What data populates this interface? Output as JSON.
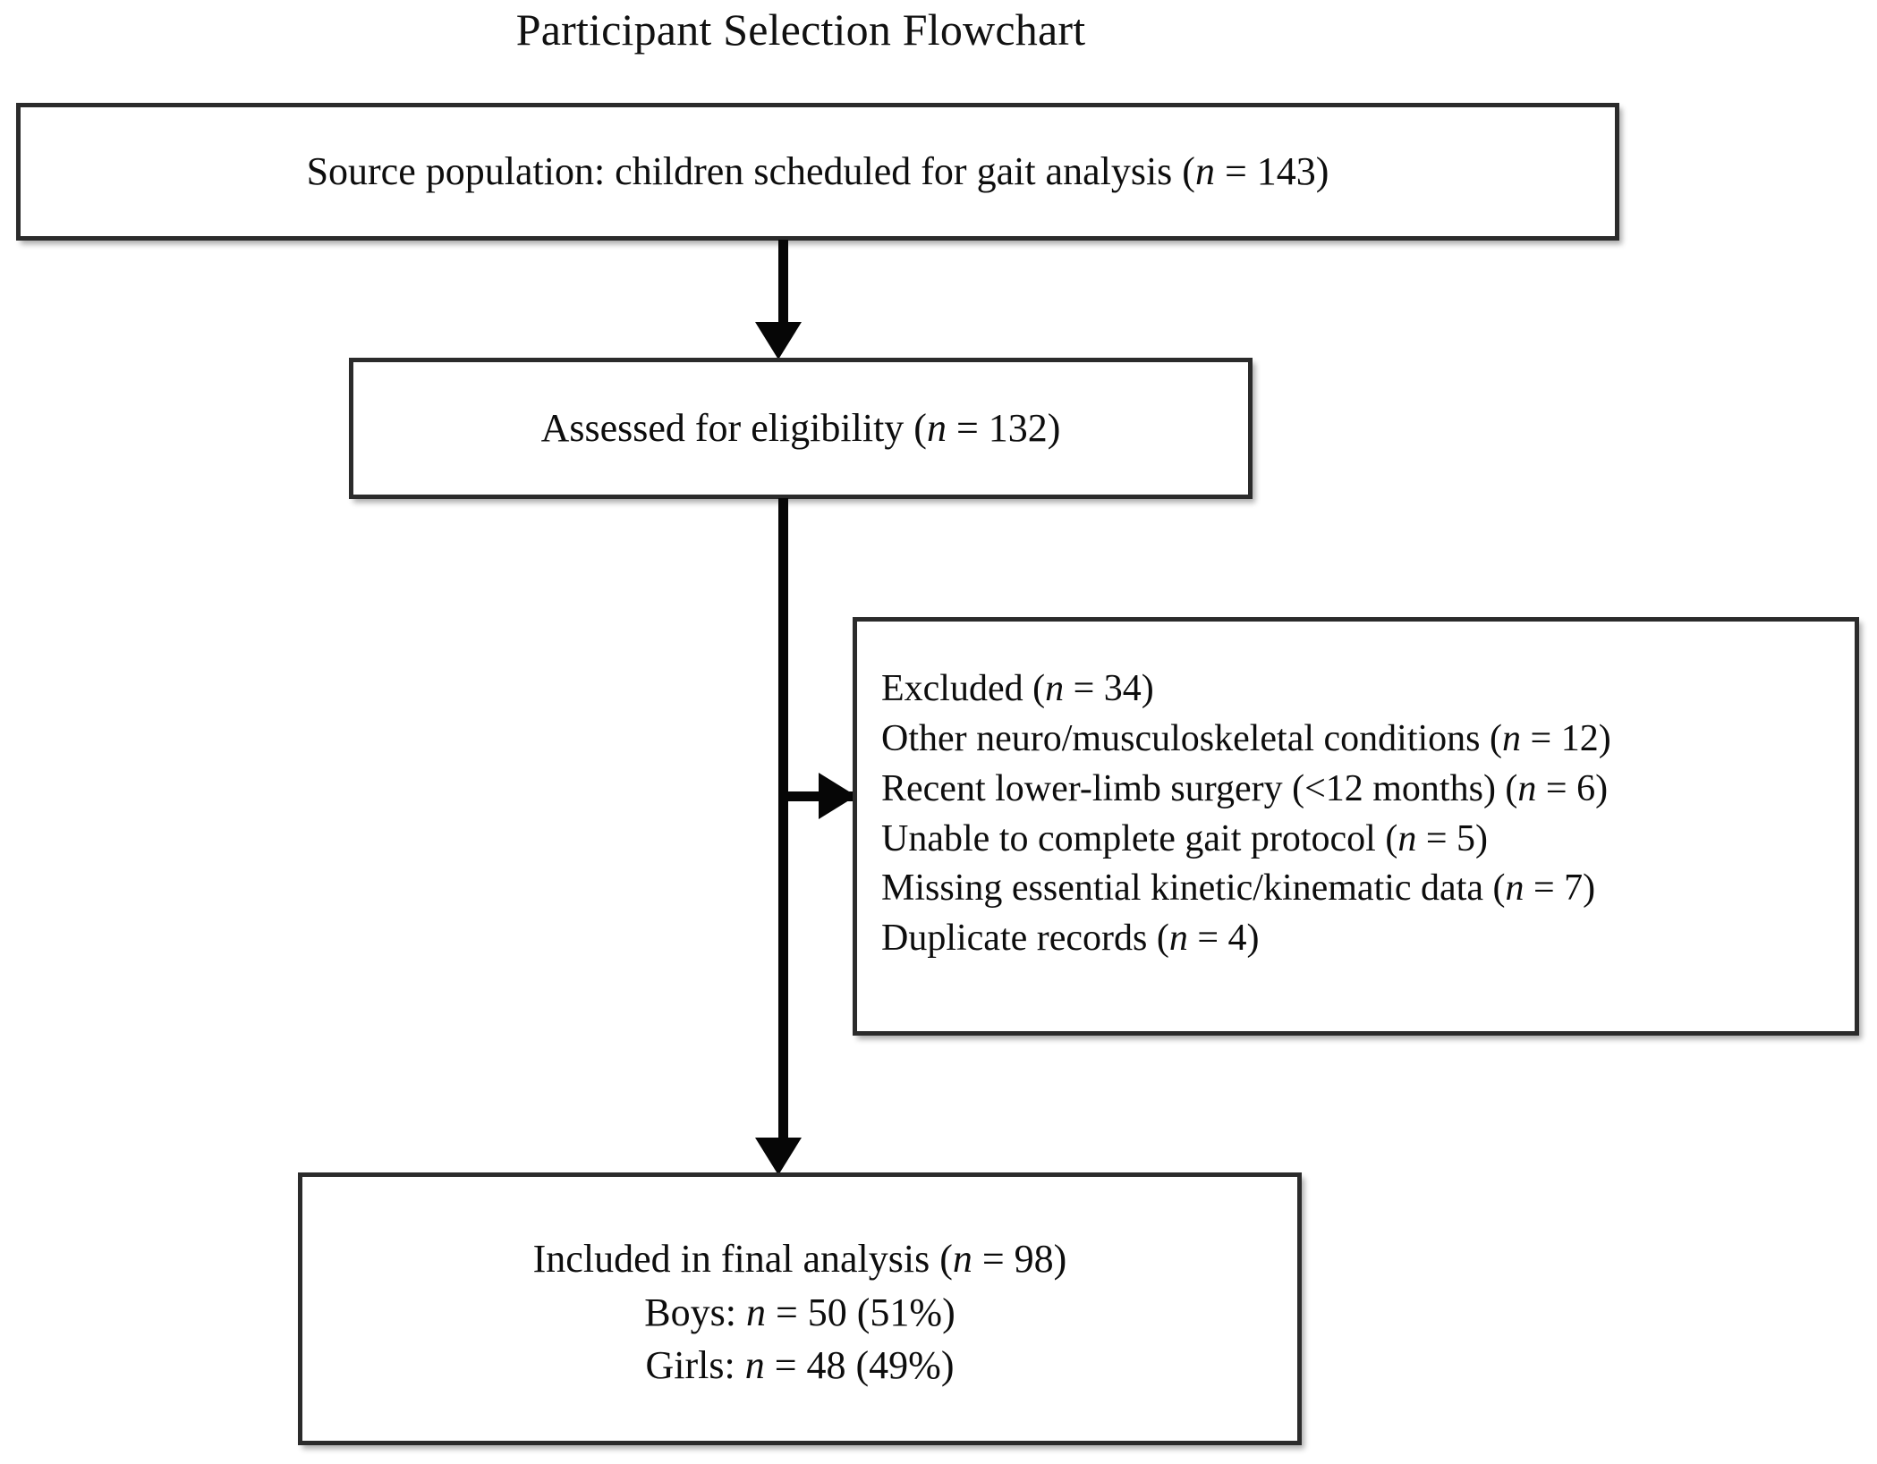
{
  "title": "Participant Selection Flowchart",
  "colors": {
    "box_border": "#2b2b2b",
    "connector": "#060606",
    "text": "#0d0d0d",
    "background": "#ffffff"
  },
  "nodes": {
    "source": {
      "label_prefix": "Source population: children scheduled for gait analysis (",
      "n_symbol": "n",
      "label_suffix": " = 143)",
      "n_value": 143
    },
    "eligibility": {
      "label_prefix": "Assessed for eligibility (",
      "n_symbol": "n",
      "label_suffix": " = 132)",
      "n_value": 132
    },
    "excluded": {
      "lines": [
        {
          "prefix": "Excluded (",
          "n_symbol": "n",
          "suffix": " = 34)",
          "n_value": 34
        },
        {
          "prefix": "Other neuro/musculoskeletal conditions (",
          "n_symbol": "n",
          "suffix": " = 12)",
          "n_value": 12
        },
        {
          "prefix": "Recent lower-limb surgery (<12 months) (",
          "n_symbol": "n",
          "suffix": " = 6)",
          "n_value": 6
        },
        {
          "prefix": "Unable to complete gait protocol (",
          "n_symbol": "n",
          "suffix": " = 5)",
          "n_value": 5
        },
        {
          "prefix": "Missing essential kinetic/kinematic data (",
          "n_symbol": "n",
          "suffix": " = 7)",
          "n_value": 7
        },
        {
          "prefix": "Duplicate records (",
          "n_symbol": "n",
          "suffix": " = 4)",
          "n_value": 4
        }
      ]
    },
    "included": {
      "lines": [
        {
          "prefix": "Included in final analysis (",
          "n_symbol": "n",
          "suffix": " = 98)",
          "n_value": 98
        },
        {
          "prefix": "Boys: ",
          "n_symbol": "n",
          "suffix": " = 50 (51%)",
          "n_value": 50,
          "percent": 51
        },
        {
          "prefix": "Girls: ",
          "n_symbol": "n",
          "suffix": " = 48 (49%)",
          "n_value": 48,
          "percent": 49
        }
      ]
    }
  },
  "connectors": [
    {
      "name": "source-to-eligibility",
      "direction": "down"
    },
    {
      "name": "eligibility-to-included",
      "direction": "down"
    },
    {
      "name": "eligibility-to-excluded",
      "direction": "right"
    }
  ]
}
